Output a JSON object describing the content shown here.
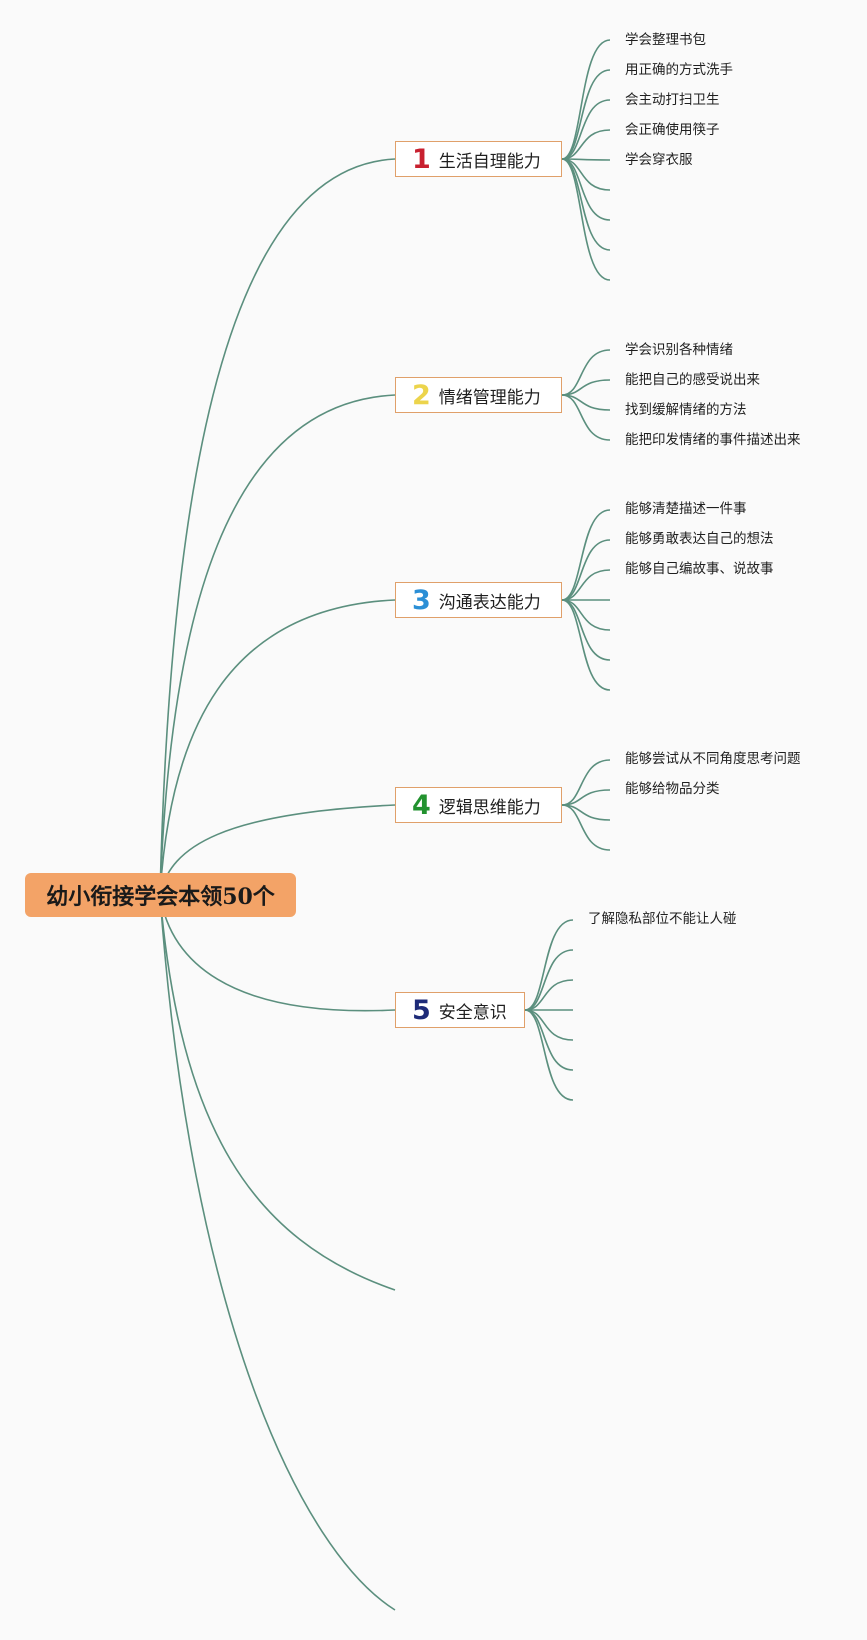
{
  "root": {
    "label": "幼小衔接学会本领50个",
    "color": "#f3a367"
  },
  "line_color": "#5b8f7e",
  "branches": [
    {
      "number": "1",
      "number_color": "#c8202f",
      "label": "生活自理能力",
      "items": [
        "学会整理书包",
        "用正确的方式洗手",
        "会主动打扫卫生",
        "会正确使用筷子",
        "学会穿衣服",
        "",
        "",
        "",
        ""
      ]
    },
    {
      "number": "2",
      "number_color": "#ecd44c",
      "label": "情绪管理能力",
      "items": [
        "学会识别各种情绪",
        "能把自己的感受说出来",
        "找到缓解情绪的方法",
        "能把印发情绪的事件描述出来"
      ]
    },
    {
      "number": "3",
      "number_color": "#2b8fd6",
      "label": "沟通表达能力",
      "items": [
        "能够清楚描述一件事",
        "能够勇敢表达自己的想法",
        "能够自己编故事、说故事",
        "",
        "",
        "",
        ""
      ]
    },
    {
      "number": "4",
      "number_color": "#22922f",
      "label": "逻辑思维能力",
      "items": [
        "能够尝试从不同角度思考问题",
        "能够给物品分类",
        "",
        ""
      ]
    },
    {
      "number": "5",
      "number_color": "#1d2a78",
      "label": "安全意识",
      "items": [
        "了解隐私部位不能让人碰",
        "",
        "",
        "",
        "",
        "",
        ""
      ]
    }
  ]
}
